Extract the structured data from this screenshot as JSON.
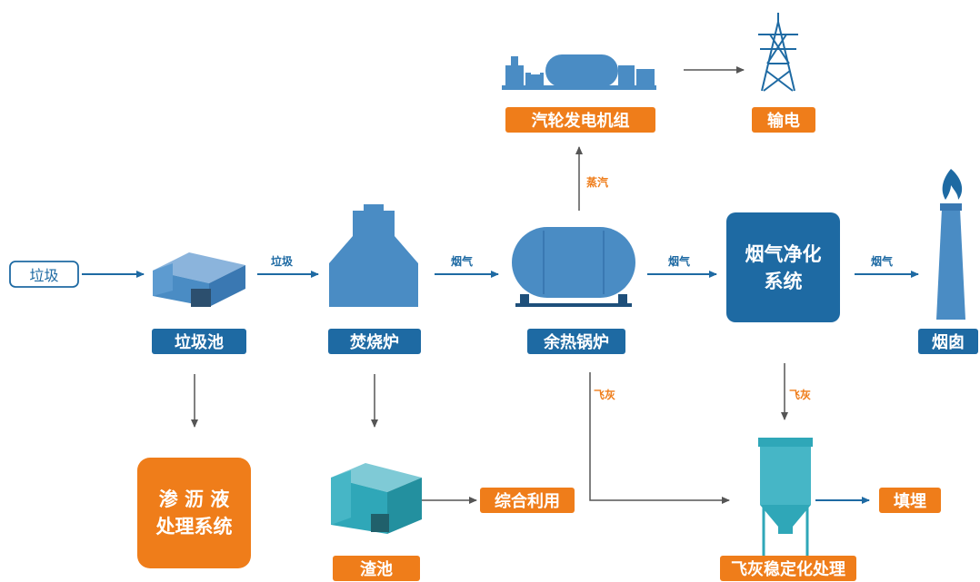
{
  "colors": {
    "blue": "#1e6aa3",
    "orange": "#ef7d1a",
    "equipment": "#4a8cc4",
    "teal": "#2fa7b8"
  },
  "nodes": {
    "garbage_input": "垃圾",
    "garbage_pit": "垃圾池",
    "incinerator": "焚烧炉",
    "waste_heat_boiler": "余热锅炉",
    "flue_gas_purification_line1": "烟气净化",
    "flue_gas_purification_line2": "系统",
    "chimney": "烟囱",
    "turbine_generator": "汽轮发电机组",
    "power_transmission": "输电",
    "leachate_line1": "渗 沥 液",
    "leachate_line2": "处理系统",
    "slag_pit": "渣池",
    "comprehensive_use": "综合利用",
    "fly_ash_stabilization": "飞灰稳定化处理",
    "landfill": "填埋"
  },
  "edges": {
    "garbage": "垃圾",
    "flue_gas_1": "烟气",
    "flue_gas_2": "烟气",
    "flue_gas_3": "烟气",
    "steam": "蒸汽",
    "fly_ash_1": "飞灰",
    "fly_ash_2": "飞灰"
  }
}
